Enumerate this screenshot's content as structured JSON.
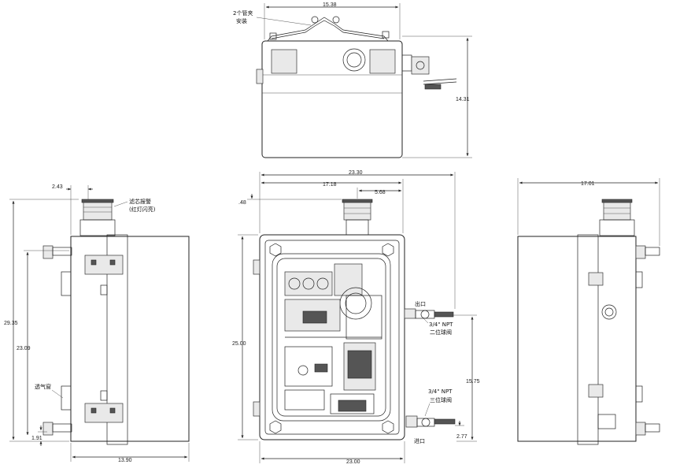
{
  "top_view": {
    "width_dim": "15.38",
    "height_dim": "14.31",
    "clamp_note": [
      "2个管夹",
      "安装"
    ]
  },
  "left_view": {
    "offset_dim": "2.43",
    "beacon_note": [
      "滤芯报警",
      "(红灯闪亮)"
    ],
    "total_height_dim": "29.35",
    "body_height_dim": "23.09",
    "vent_note": "透气窗",
    "bottom_offset_dim": "1.91",
    "width_dim": "13.90"
  },
  "front_view": {
    "total_width_dim": "23.30",
    "left_width_dim": "17.18",
    "beacon_offset_dim": "5.68",
    "top_offset_dim": ".48",
    "height_dim": "25.00",
    "outlet_label": "出口",
    "outlet_valve_note": [
      "3/4\" NPT",
      "二位球阀"
    ],
    "inlet_valve_note": [
      "3/4\" NPT",
      "三位球阀"
    ],
    "inlet_label": "进口",
    "outlet_height_dim": "15.75",
    "inlet_height_dim": "2.77",
    "body_width_dim": "23.00"
  },
  "right_view": {
    "width_dim": "17.01"
  }
}
